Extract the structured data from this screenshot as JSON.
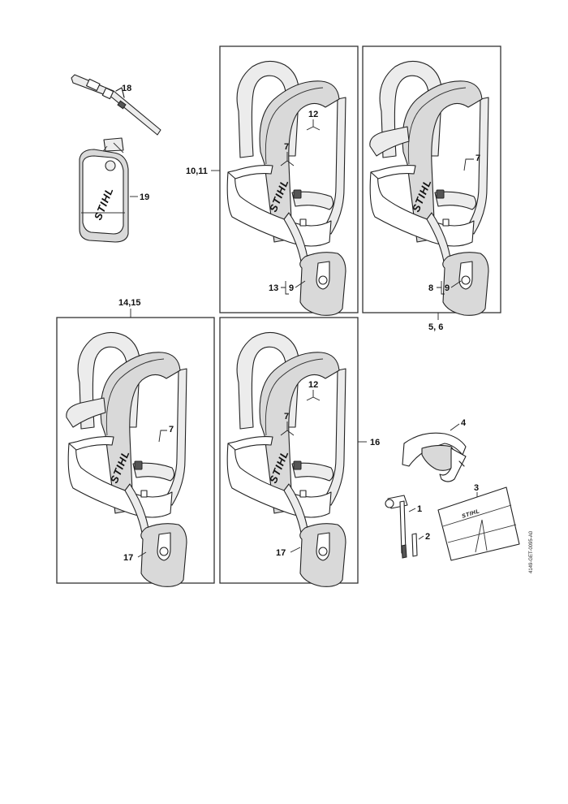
{
  "brand": "STIHL",
  "drawing_code": "4149-GET-0095-A0",
  "labels": {
    "l18": "18",
    "l19": "19",
    "l10_11": "10,11",
    "l12a": "12",
    "l7a": "7",
    "l13": "13",
    "l9a": "9",
    "l7b": "7",
    "l8": "8",
    "l9b": "9",
    "l5_6": "5, 6",
    "l14_15": "14,15",
    "l7c": "7",
    "l17a": "17",
    "l12b": "12",
    "l7d": "7",
    "l16": "16",
    "l17b": "17",
    "l4": "4",
    "l3": "3",
    "l1": "1",
    "l2": "2"
  }
}
